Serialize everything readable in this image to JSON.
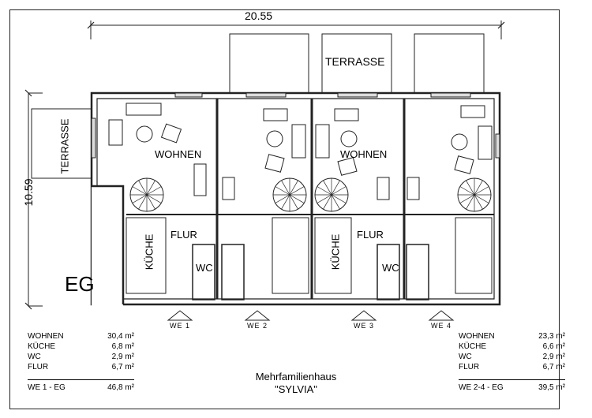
{
  "drawing": {
    "dimension_width": "20.55",
    "dimension_depth": "10.59",
    "floor_label": "EG",
    "title_line1": "Mehrfamilienhaus",
    "title_line2": "\"SYLVIA\"",
    "terrace_label": "TERRASSE"
  },
  "rooms": {
    "wohnen": "WOHNEN",
    "kueche": "KÜCHE",
    "flur": "FLUR",
    "wc": "WC"
  },
  "entrances": [
    "WE 1",
    "WE 2",
    "WE 3",
    "WE 4"
  ],
  "area_table_left": {
    "rows": [
      {
        "label": "WOHNEN",
        "value": "30,4 m²"
      },
      {
        "label": "KÜCHE",
        "value": "6,8 m²"
      },
      {
        "label": "WC",
        "value": "2,9 m²"
      },
      {
        "label": "FLUR",
        "value": "6,7 m²"
      }
    ],
    "total": {
      "label": "WE 1 - EG",
      "value": "46,8 m²"
    }
  },
  "area_table_right": {
    "rows": [
      {
        "label": "WOHNEN",
        "value": "23,3 m²"
      },
      {
        "label": "KÜCHE",
        "value": "6,6 m²"
      },
      {
        "label": "WC",
        "value": "2,9 m²"
      },
      {
        "label": "FLUR",
        "value": "6,7 m²"
      }
    ],
    "total": {
      "label": "WE 2-4 - EG",
      "value": "39,5 m²"
    }
  }
}
